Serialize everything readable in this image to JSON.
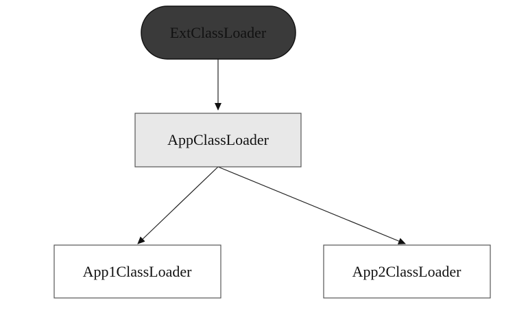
{
  "diagram": {
    "nodes": {
      "ext": {
        "label": "ExtClassLoader",
        "fill": "#3a3a3a"
      },
      "app": {
        "label": "AppClassLoader",
        "fill": "#e8e8e8"
      },
      "app1": {
        "label": "App1ClassLoader",
        "fill": "#ffffff"
      },
      "app2": {
        "label": "App2ClassLoader",
        "fill": "#ffffff"
      }
    },
    "edges": [
      {
        "from": "ExtClassLoader",
        "to": "AppClassLoader"
      },
      {
        "from": "AppClassLoader",
        "to": "App1ClassLoader"
      },
      {
        "from": "AppClassLoader",
        "to": "App2ClassLoader"
      }
    ]
  }
}
